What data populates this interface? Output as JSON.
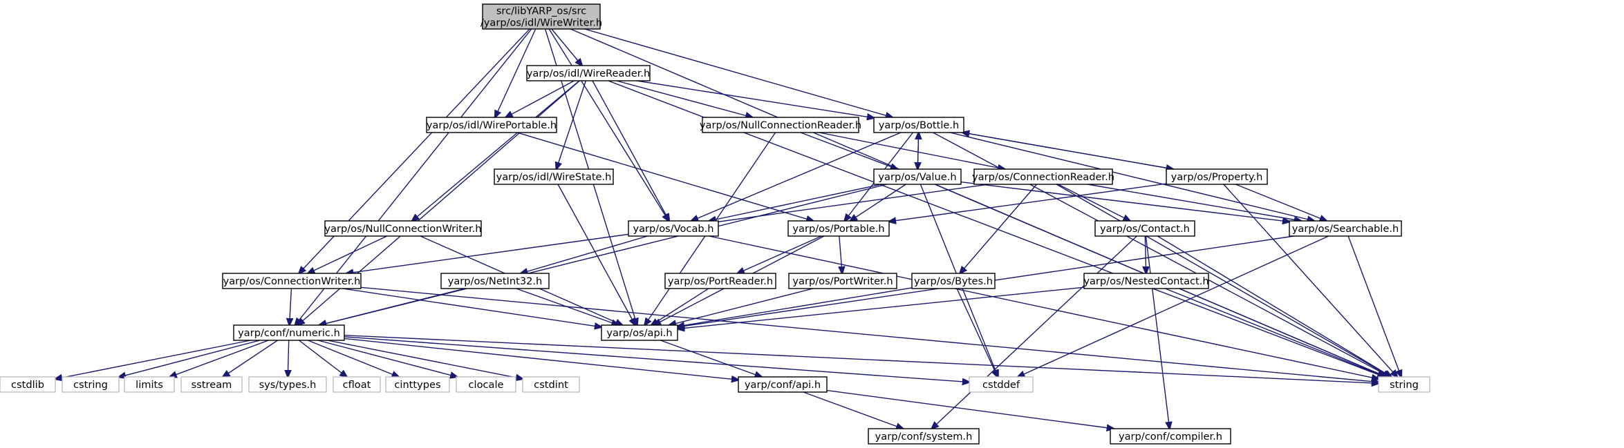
{
  "diagram": {
    "edge_color": "#191970",
    "root_fill": "#bfbfbf",
    "external_border": "#bfbfbf",
    "nodes": [
      {
        "id": "root",
        "lines": [
          "src/libYARP_os/src",
          "/yarp/os/idl/WireWriter.h"
        ],
        "kind": "root"
      },
      {
        "id": "wirereader",
        "lines": [
          "yarp/os/idl/WireReader.h"
        ],
        "kind": "header"
      },
      {
        "id": "wireportable",
        "lines": [
          "yarp/os/idl/WirePortable.h"
        ],
        "kind": "header"
      },
      {
        "id": "nullconnreader",
        "lines": [
          "yarp/os/NullConnectionReader.h"
        ],
        "kind": "header"
      },
      {
        "id": "bottle",
        "lines": [
          "yarp/os/Bottle.h"
        ],
        "kind": "header"
      },
      {
        "id": "wirestate",
        "lines": [
          "yarp/os/idl/WireState.h"
        ],
        "kind": "header"
      },
      {
        "id": "value",
        "lines": [
          "yarp/os/Value.h"
        ],
        "kind": "header"
      },
      {
        "id": "connreader",
        "lines": [
          "yarp/os/ConnectionReader.h"
        ],
        "kind": "header"
      },
      {
        "id": "property",
        "lines": [
          "yarp/os/Property.h"
        ],
        "kind": "header"
      },
      {
        "id": "nullconnwriter",
        "lines": [
          "yarp/os/NullConnectionWriter.h"
        ],
        "kind": "header"
      },
      {
        "id": "vocab",
        "lines": [
          "yarp/os/Vocab.h"
        ],
        "kind": "header"
      },
      {
        "id": "portable",
        "lines": [
          "yarp/os/Portable.h"
        ],
        "kind": "header"
      },
      {
        "id": "contact",
        "lines": [
          "yarp/os/Contact.h"
        ],
        "kind": "header"
      },
      {
        "id": "searchable",
        "lines": [
          "yarp/os/Searchable.h"
        ],
        "kind": "header"
      },
      {
        "id": "connwriter",
        "lines": [
          "yarp/os/ConnectionWriter.h"
        ],
        "kind": "header"
      },
      {
        "id": "netint32",
        "lines": [
          "yarp/os/NetInt32.h"
        ],
        "kind": "header"
      },
      {
        "id": "portreader",
        "lines": [
          "yarp/os/PortReader.h"
        ],
        "kind": "header"
      },
      {
        "id": "portwriter",
        "lines": [
          "yarp/os/PortWriter.h"
        ],
        "kind": "header"
      },
      {
        "id": "bytes",
        "lines": [
          "yarp/os/Bytes.h"
        ],
        "kind": "header"
      },
      {
        "id": "nestedcontact",
        "lines": [
          "yarp/os/NestedContact.h"
        ],
        "kind": "header"
      },
      {
        "id": "numeric",
        "lines": [
          "yarp/conf/numeric.h"
        ],
        "kind": "header"
      },
      {
        "id": "osapi",
        "lines": [
          "yarp/os/api.h"
        ],
        "kind": "header"
      },
      {
        "id": "cstdlib",
        "lines": [
          "cstdlib"
        ],
        "kind": "external"
      },
      {
        "id": "cstring",
        "lines": [
          "cstring"
        ],
        "kind": "external"
      },
      {
        "id": "limits",
        "lines": [
          "limits"
        ],
        "kind": "external"
      },
      {
        "id": "sstream",
        "lines": [
          "sstream"
        ],
        "kind": "external"
      },
      {
        "id": "systypes",
        "lines": [
          "sys/types.h"
        ],
        "kind": "external"
      },
      {
        "id": "cfloat",
        "lines": [
          "cfloat"
        ],
        "kind": "external"
      },
      {
        "id": "cinttypes",
        "lines": [
          "cinttypes"
        ],
        "kind": "external"
      },
      {
        "id": "clocale",
        "lines": [
          "clocale"
        ],
        "kind": "external"
      },
      {
        "id": "cstdint",
        "lines": [
          "cstdint"
        ],
        "kind": "external"
      },
      {
        "id": "confapi",
        "lines": [
          "yarp/conf/api.h"
        ],
        "kind": "header"
      },
      {
        "id": "cstddef",
        "lines": [
          "cstddef"
        ],
        "kind": "external"
      },
      {
        "id": "string",
        "lines": [
          "string"
        ],
        "kind": "external"
      },
      {
        "id": "system",
        "lines": [
          "yarp/conf/system.h"
        ],
        "kind": "header"
      },
      {
        "id": "compiler",
        "lines": [
          "yarp/conf/compiler.h"
        ],
        "kind": "header"
      }
    ],
    "edges": [
      [
        "root",
        "wirereader"
      ],
      [
        "root",
        "wireportable"
      ],
      [
        "root",
        "bottle"
      ],
      [
        "root",
        "vocab"
      ],
      [
        "root",
        "connwriter"
      ],
      [
        "root",
        "osapi"
      ],
      [
        "root",
        "numeric"
      ],
      [
        "root",
        "string"
      ],
      [
        "wirereader",
        "wireportable"
      ],
      [
        "wirereader",
        "nullconnreader"
      ],
      [
        "wirereader",
        "bottle"
      ],
      [
        "wirereader",
        "wirestate"
      ],
      [
        "wirereader",
        "nullconnwriter"
      ],
      [
        "wirereader",
        "vocab"
      ],
      [
        "wirereader",
        "numeric"
      ],
      [
        "wirereader",
        "string"
      ],
      [
        "wireportable",
        "portable"
      ],
      [
        "nullconnreader",
        "connreader"
      ],
      [
        "nullconnreader",
        "value"
      ],
      [
        "nullconnreader",
        "osapi"
      ],
      [
        "bottle",
        "value"
      ],
      [
        "bottle",
        "property"
      ],
      [
        "bottle",
        "searchable"
      ],
      [
        "bottle",
        "portable"
      ],
      [
        "bottle",
        "vocab"
      ],
      [
        "bottle",
        "string"
      ],
      [
        "wirestate",
        "osapi"
      ],
      [
        "value",
        "bottle"
      ],
      [
        "value",
        "searchable"
      ],
      [
        "value",
        "portable"
      ],
      [
        "value",
        "vocab"
      ],
      [
        "value",
        "numeric"
      ],
      [
        "value",
        "string"
      ],
      [
        "value",
        "cstddef"
      ],
      [
        "connreader",
        "contact"
      ],
      [
        "connreader",
        "bytes"
      ],
      [
        "connreader",
        "searchable"
      ],
      [
        "connreader",
        "connwriter"
      ],
      [
        "connreader",
        "string"
      ],
      [
        "property",
        "bottle"
      ],
      [
        "property",
        "searchable"
      ],
      [
        "property",
        "portable"
      ],
      [
        "property",
        "string"
      ],
      [
        "nullconnwriter",
        "connwriter"
      ],
      [
        "nullconnwriter",
        "osapi"
      ],
      [
        "vocab",
        "netint32"
      ],
      [
        "vocab",
        "string"
      ],
      [
        "portable",
        "portreader"
      ],
      [
        "portable",
        "portwriter"
      ],
      [
        "portable",
        "osapi"
      ],
      [
        "contact",
        "nestedcontact"
      ],
      [
        "contact",
        "string"
      ],
      [
        "contact",
        "system"
      ],
      [
        "contact",
        "compiler"
      ],
      [
        "searchable",
        "osapi"
      ],
      [
        "searchable",
        "string"
      ],
      [
        "searchable",
        "cstddef"
      ],
      [
        "connwriter",
        "numeric"
      ],
      [
        "connwriter",
        "osapi"
      ],
      [
        "connwriter",
        "string"
      ],
      [
        "netint32",
        "numeric"
      ],
      [
        "netint32",
        "osapi"
      ],
      [
        "portreader",
        "osapi"
      ],
      [
        "portwriter",
        "osapi"
      ],
      [
        "bytes",
        "osapi"
      ],
      [
        "bytes",
        "cstddef"
      ],
      [
        "nestedcontact",
        "osapi"
      ],
      [
        "nestedcontact",
        "string"
      ],
      [
        "numeric",
        "cstdlib"
      ],
      [
        "numeric",
        "cstring"
      ],
      [
        "numeric",
        "limits"
      ],
      [
        "numeric",
        "sstream"
      ],
      [
        "numeric",
        "systypes"
      ],
      [
        "numeric",
        "cfloat"
      ],
      [
        "numeric",
        "cinttypes"
      ],
      [
        "numeric",
        "clocale"
      ],
      [
        "numeric",
        "cstdint"
      ],
      [
        "numeric",
        "confapi"
      ],
      [
        "numeric",
        "cstddef"
      ],
      [
        "numeric",
        "string"
      ],
      [
        "osapi",
        "confapi"
      ],
      [
        "confapi",
        "system"
      ],
      [
        "confapi",
        "compiler"
      ]
    ]
  }
}
